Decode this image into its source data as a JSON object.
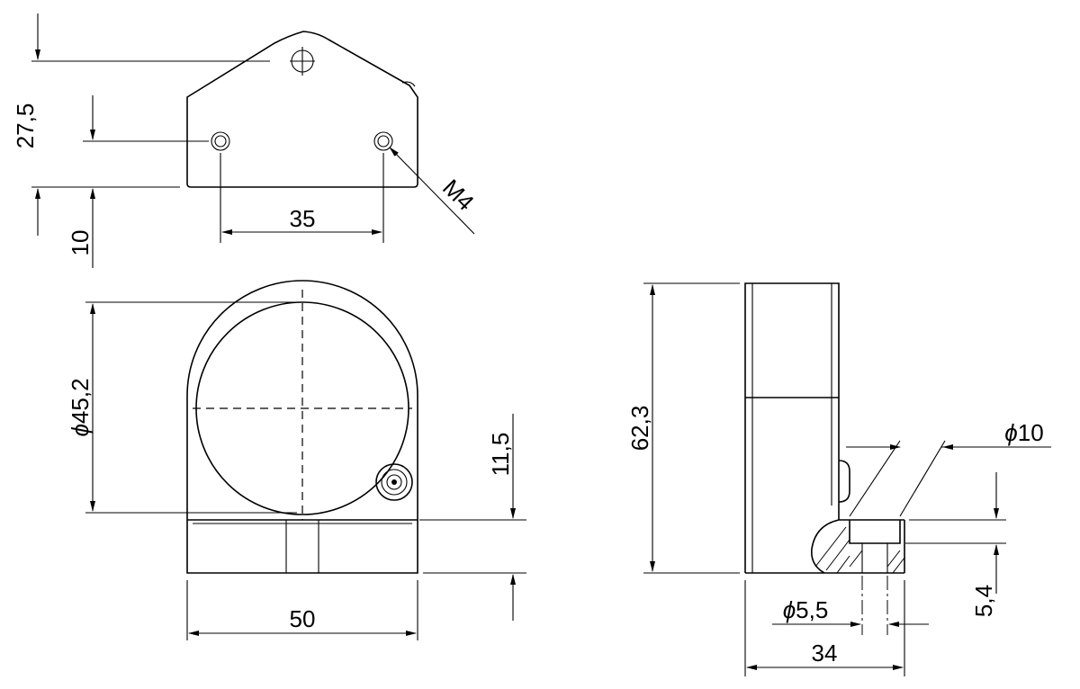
{
  "dimensions": {
    "top_height": "27,5",
    "top_hole_offset": "10",
    "top_hole_spacing": "35",
    "thread": "M4",
    "front_diameter": "45,2",
    "front_width": "50",
    "front_step_height": "11,5",
    "side_height": "62,3",
    "side_bore_diameter": "10",
    "side_hole_diameter": "5,5",
    "side_depth": "34",
    "side_counterbore_depth": "5,4"
  }
}
